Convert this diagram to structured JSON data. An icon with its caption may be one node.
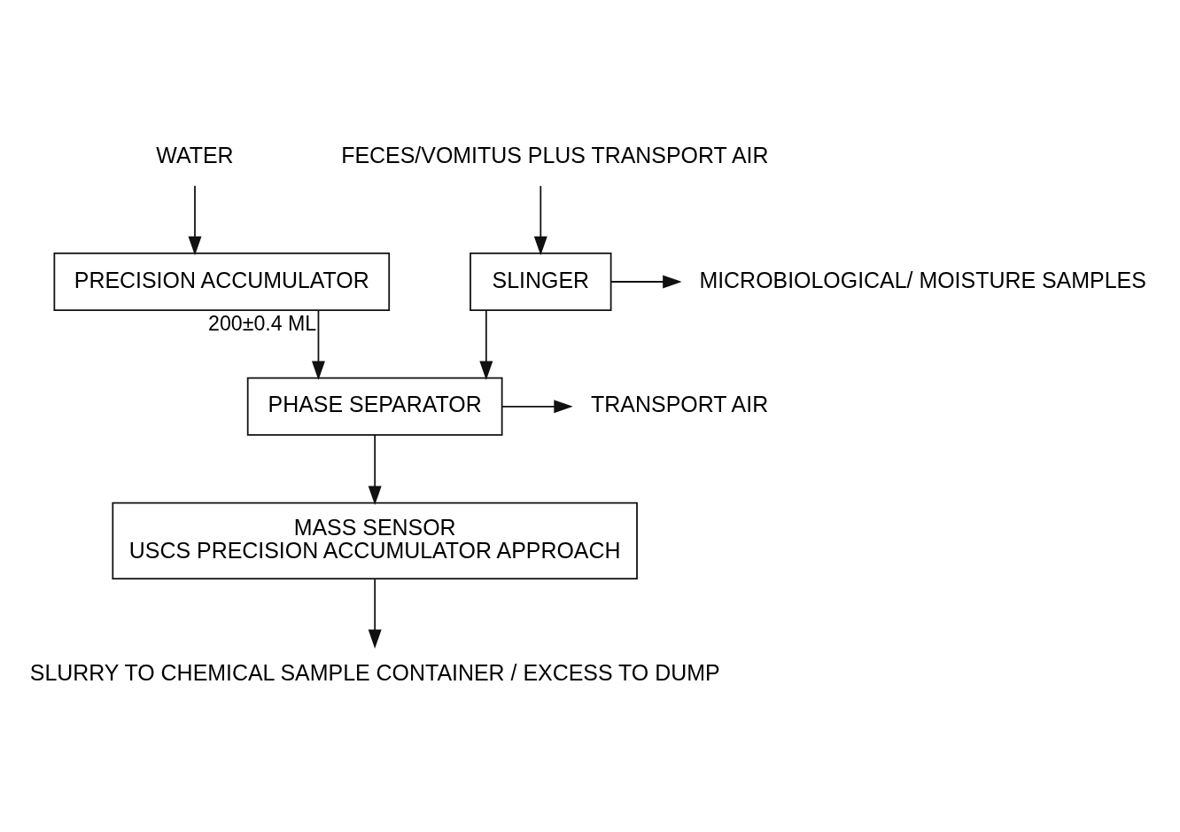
{
  "diagram": {
    "nodes": [
      {
        "text": [
          "WATER"
        ]
      },
      {
        "text": [
          "PRECISION ACCUMULATOR"
        ]
      },
      {
        "text": [
          "FECES/VOMITUS PLUS TRANSPORT AIR"
        ]
      },
      {
        "text": [
          "SLINGER"
        ]
      },
      {
        "text": [
          "MICROBIOLOGICAL/ MOISTURE SAMPLES"
        ]
      },
      {
        "text": [
          "PHASE SEPARATOR"
        ]
      },
      {
        "text": [
          "TRANSPORT AIR"
        ]
      },
      {
        "text": [
          "MASS SENSOR",
          "USCS PRECISION ACCUMULATOR APPROACH"
        ]
      },
      {
        "text": [
          "SLURRY TO CHEMICAL SAMPLE CONTAINER / EXCESS TO DUMP"
        ]
      }
    ],
    "edges": [
      {
        "from": 0,
        "to": 1,
        "arrow": "to"
      },
      {
        "from": 1,
        "to": 5,
        "arrow": "to",
        "label": "200±0.4 ML"
      },
      {
        "from": 2,
        "to": 3,
        "arrow": "to"
      },
      {
        "from": 3,
        "to": 4,
        "arrow": "to"
      },
      {
        "from": 3,
        "to": 5,
        "arrow": "to"
      },
      {
        "from": 5,
        "to": 6,
        "arrow": "to"
      },
      {
        "from": 5,
        "to": 7,
        "arrow": "to"
      },
      {
        "from": 7,
        "to": 8,
        "arrow": "to"
      }
    ]
  }
}
